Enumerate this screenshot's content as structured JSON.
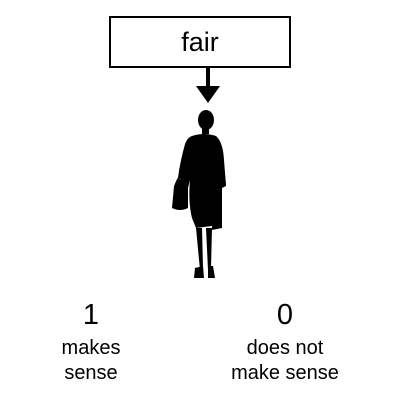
{
  "stimulus": {
    "word": "fair"
  },
  "response_options": [
    {
      "key": "1",
      "label_line1": "makes",
      "label_line2": "sense"
    },
    {
      "key": "0",
      "label_line1": "does not",
      "label_line2": "make sense"
    }
  ],
  "figure": {
    "icon": "woman-silhouette-icon",
    "color": "#000000"
  },
  "arrow": {
    "icon": "down-arrow-icon"
  }
}
